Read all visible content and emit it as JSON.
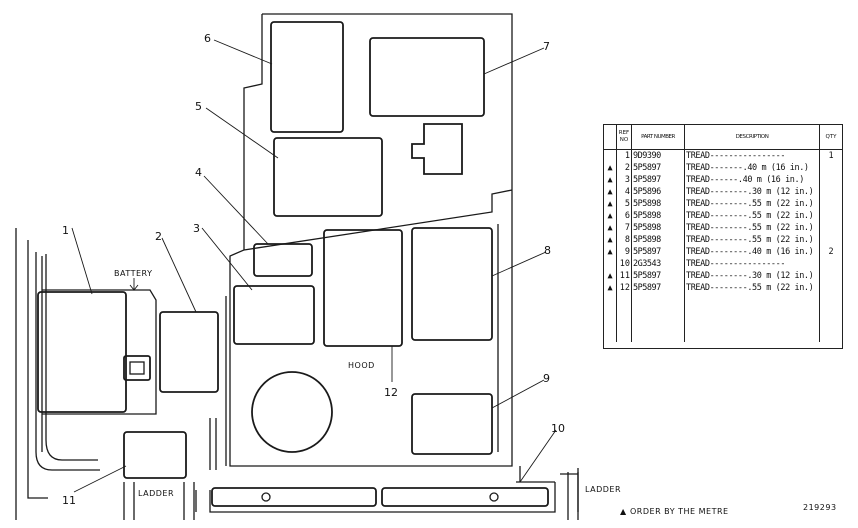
{
  "callouts": [
    "1",
    "2",
    "3",
    "4",
    "5",
    "6",
    "7",
    "8",
    "9",
    "10",
    "11",
    "12"
  ],
  "labels": {
    "battery": "BATTERY",
    "hood": "HOOD",
    "ladder_left": "LADDER",
    "ladder_right": "LADDER",
    "order_note": "ORDER BY THE METRE",
    "drawing_number": "219293"
  },
  "note_marker": "▲",
  "table": {
    "headers": {
      "ref": "REF NO",
      "part": "PART NUMBER",
      "description": "DESCRIPTION",
      "qty": "QTY"
    },
    "rows": [
      {
        "mark": "",
        "ref": "1",
        "part": "9D9390",
        "desc": "TREAD----------------",
        "qty": "1"
      },
      {
        "mark": "▲",
        "ref": "2",
        "part": "5P5897",
        "desc": "TREAD-------.40 m (16 in.)",
        "qty": ""
      },
      {
        "mark": "▲",
        "ref": "3",
        "part": "5P5897",
        "desc": "TREAD------.40 m (16 in.)",
        "qty": ""
      },
      {
        "mark": "▲",
        "ref": "4",
        "part": "5P5896",
        "desc": "TREAD--------.30 m (12 in.)",
        "qty": ""
      },
      {
        "mark": "▲",
        "ref": "5",
        "part": "5P5898",
        "desc": "TREAD--------.55 m (22 in.)",
        "qty": ""
      },
      {
        "mark": "▲",
        "ref": "6",
        "part": "5P5898",
        "desc": "TREAD--------.55 m (22 in.)",
        "qty": ""
      },
      {
        "mark": "▲",
        "ref": "7",
        "part": "5P5898",
        "desc": "TREAD--------.55 m (22 in.)",
        "qty": ""
      },
      {
        "mark": "▲",
        "ref": "8",
        "part": "5P5898",
        "desc": "TREAD--------.55 m (22 in.)",
        "qty": ""
      },
      {
        "mark": "▲",
        "ref": "9",
        "part": "5P5897",
        "desc": "TREAD--------.40 m (16 in.)",
        "qty": "2"
      },
      {
        "mark": "",
        "ref": "10",
        "part": "2G3543",
        "desc": "TREAD----------------",
        "qty": ""
      },
      {
        "mark": "▲",
        "ref": "11",
        "part": "5P5897",
        "desc": "TREAD--------.30 m (12 in.)",
        "qty": ""
      },
      {
        "mark": "▲",
        "ref": "12",
        "part": "5P5897",
        "desc": "TREAD--------.55 m (22 in.)",
        "qty": ""
      }
    ]
  }
}
